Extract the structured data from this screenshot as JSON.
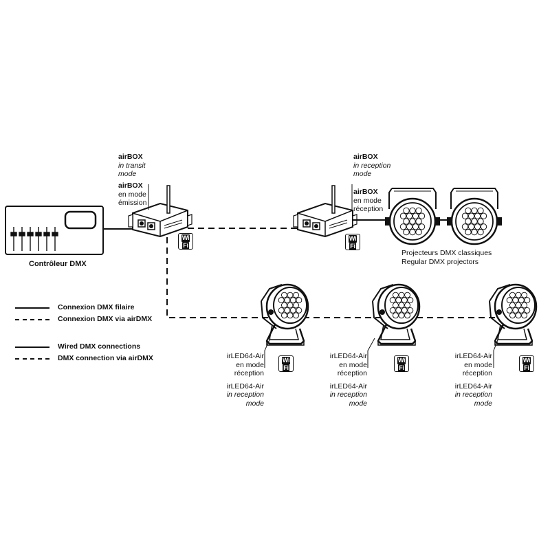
{
  "controller": {
    "label": "Contrôleur DMX"
  },
  "airbox_transmit": {
    "name": "airBOX",
    "en_mode": "in transit",
    "en_mode2": "mode",
    "fr_name": "airBOX",
    "fr_mode1": "en mode",
    "fr_mode2": "émission"
  },
  "airbox_receive": {
    "name": "airBOX",
    "en_mode": "in reception",
    "en_mode2": "mode",
    "fr_name": "airBOX",
    "fr_mode1": "en mode",
    "fr_mode2": "réception"
  },
  "projectors": {
    "fr": "Projecteurs DMX classiques",
    "en": "Regular DMX projectors"
  },
  "irled": [
    {
      "name": "irLED64-Air",
      "fr_mode1": "en mode",
      "fr_mode2": "réception",
      "name2": "irLED64-Air",
      "en_mode": "in reception",
      "en_mode2": "mode"
    },
    {
      "name": "irLED64-Air",
      "fr_mode1": "en mode",
      "fr_mode2": "réception",
      "name2": "irLED64-Air",
      "en_mode": "in reception",
      "en_mode2": "mode"
    },
    {
      "name": "irLED64-Air",
      "fr_mode1": "en mode",
      "fr_mode2": "réception",
      "name2": "irLED64-Air",
      "en_mode": "in reception",
      "en_mode2": "mode"
    }
  ],
  "wifi_badge": {
    "text": "Wi",
    "text2": "Fi"
  },
  "legend": {
    "wired_fr": "Connexion DMX filaire",
    "wireless_fr": "Connexion DMX via airDMX",
    "wired_en": "Wired DMX connections",
    "wireless_en": "DMX connection via airDMX"
  },
  "colors": {
    "ink": "#111111",
    "panel": "#ffffff",
    "light": "#d9d9d9"
  }
}
